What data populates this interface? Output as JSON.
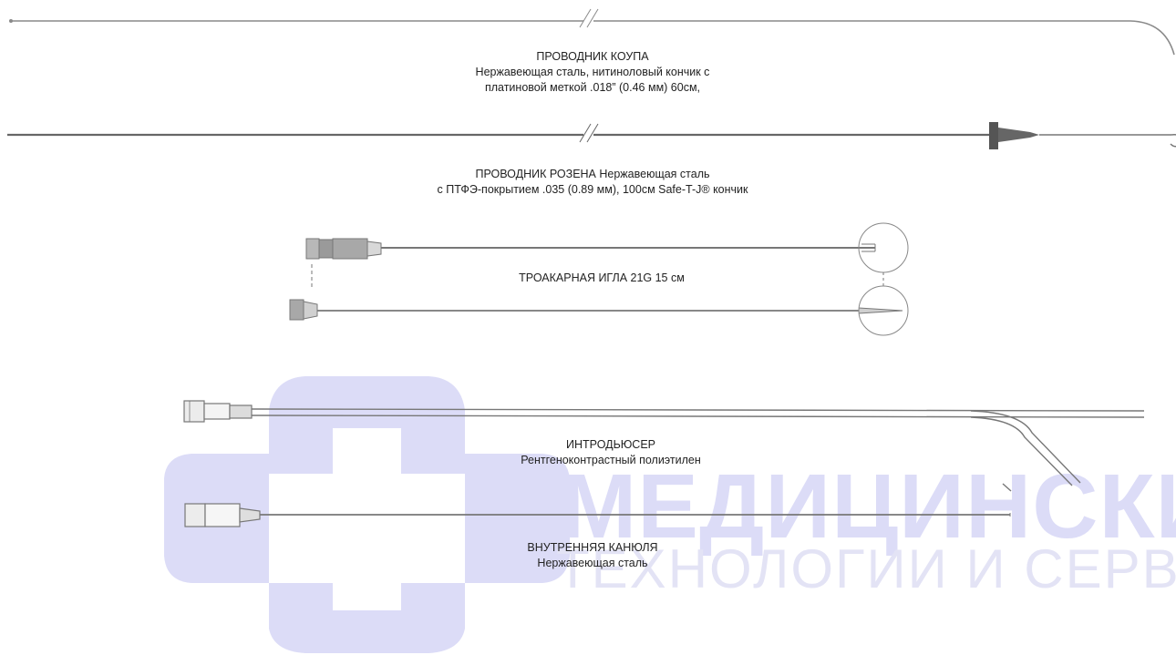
{
  "watermark": {
    "line1": "МЕДИЦИНСКИЕ",
    "line2": "ТЕХНОЛОГИИ И СЕРВИС",
    "color": "#dcdcf7"
  },
  "items": [
    {
      "id": "coupe-guidewire",
      "lines": [
        "ПРОВОДНИК КОУПА",
        "Нержавеющая сталь, нитиноловый кончик с",
        "платиновой меткой  .018” (0.46 мм) 60см,"
      ]
    },
    {
      "id": "rosen-guidewire",
      "lines": [
        "ПРОВОДНИК РОЗЕНА Нержавеющая сталь",
        "с ПТФЭ-покрытием .035 (0.89 мм), 100см Safe-T-J® кончик"
      ]
    },
    {
      "id": "trocar-needle",
      "lines": [
        "ТРОАКАРНАЯ ИГЛА 21G 15 см"
      ]
    },
    {
      "id": "introducer",
      "lines": [
        "ИНТРОДЬЮСЕР",
        "Рентгеноконтрастный полиэтилен"
      ]
    },
    {
      "id": "inner-cannula",
      "lines": [
        "ВНУТРЕННЯЯ КАНЮЛЯ",
        "Нержавеющая сталь"
      ]
    }
  ],
  "colors": {
    "line": "#8a8a8a",
    "dark": "#555555",
    "hub": "#b0b0b0",
    "text": "#222222"
  }
}
